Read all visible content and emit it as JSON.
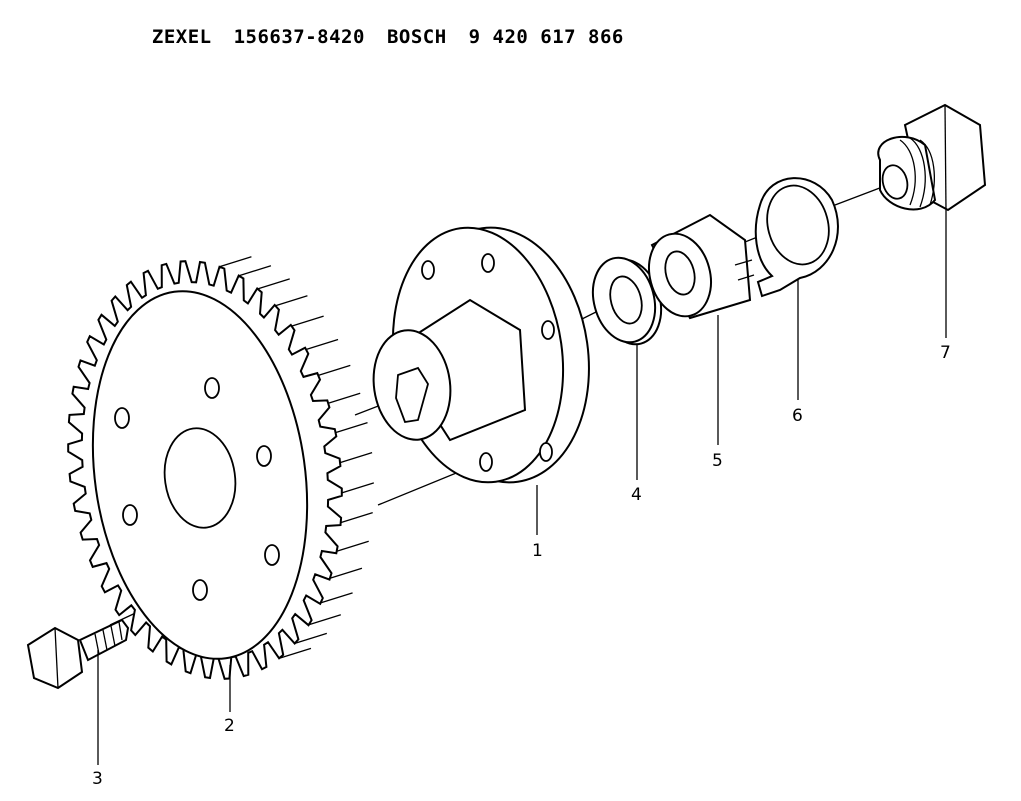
{
  "header": {
    "brand1": "ZEXEL",
    "part1": "156637-8420",
    "brand2": "BOSCH",
    "part2": "9 420 617 866"
  },
  "callouts": [
    "1",
    "2",
    "3",
    "4",
    "5",
    "6",
    "7"
  ],
  "colors": {
    "ink": "#000000",
    "paper": "#ffffff"
  }
}
